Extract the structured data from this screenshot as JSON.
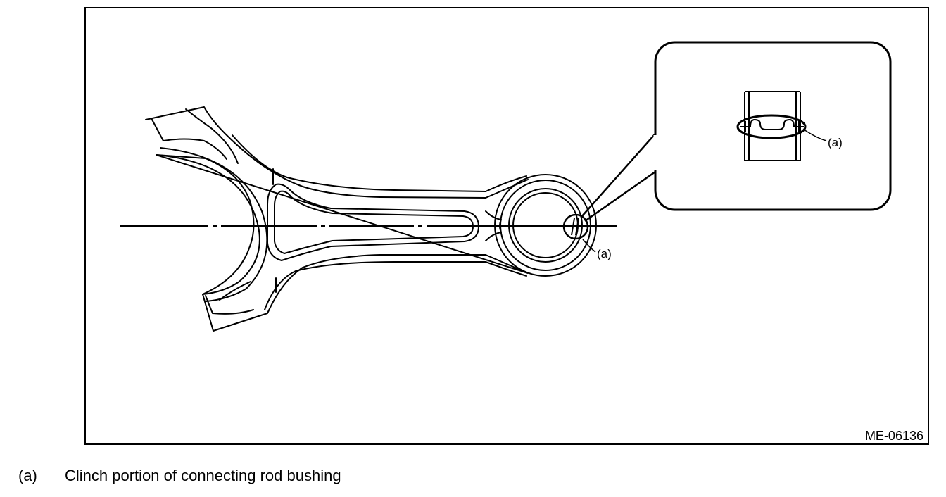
{
  "figure": {
    "code": "ME-06136",
    "callouts": [
      {
        "label": "(a)"
      },
      {
        "label": "(a)"
      }
    ]
  },
  "legend": {
    "items": [
      {
        "key": "(a)",
        "text": "Clinch portion of connecting rod bushing"
      }
    ]
  }
}
